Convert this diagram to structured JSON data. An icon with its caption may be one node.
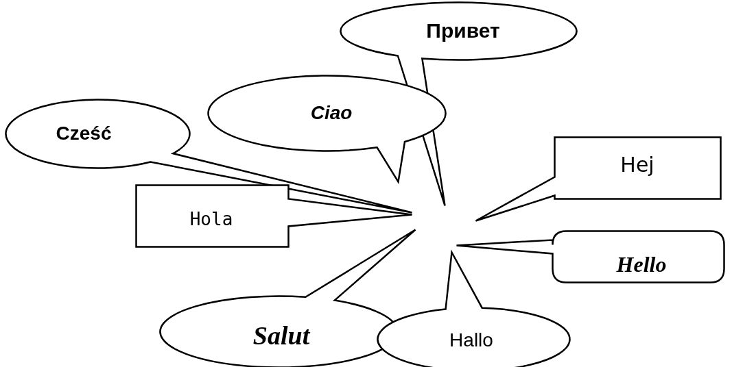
{
  "diagram": {
    "nodes": [
      {
        "text": [
          "Привет"
        ]
      },
      {
        "text": [
          "Ciao"
        ]
      },
      {
        "text": [
          "Cześć"
        ]
      },
      {
        "text": [
          "Hej"
        ]
      },
      {
        "text": [
          "Hola"
        ]
      },
      {
        "text": [
          "Hello"
        ]
      },
      {
        "text": [
          "Salut"
        ]
      },
      {
        "text": [
          "Hallo"
        ]
      }
    ]
  }
}
